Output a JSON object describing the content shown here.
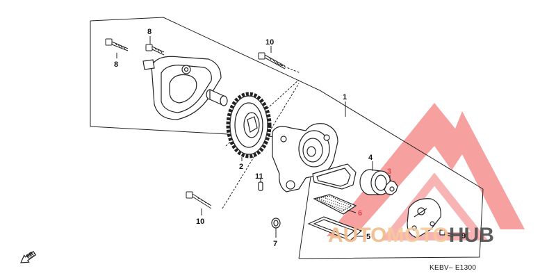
{
  "callouts": {
    "c1": "1",
    "c2": "2",
    "c3": "3",
    "c4": "4",
    "c5": "5",
    "c6": "6",
    "c7": "7",
    "c8a": "8",
    "c8b": "8",
    "c9": "9",
    "c10a": "10",
    "c10b": "10",
    "c11": "11"
  },
  "diagram_code": "KEBV– E1300",
  "direction_label": "FR.",
  "watermark": {
    "part1": "AUTO",
    "part2": "MOTO",
    "part3": "HUB"
  },
  "colors": {
    "line": "#222222",
    "watermark_red": "#f05a5a",
    "watermark_orange": "#f2b98a",
    "watermark_dark": "#4d4d4d"
  }
}
